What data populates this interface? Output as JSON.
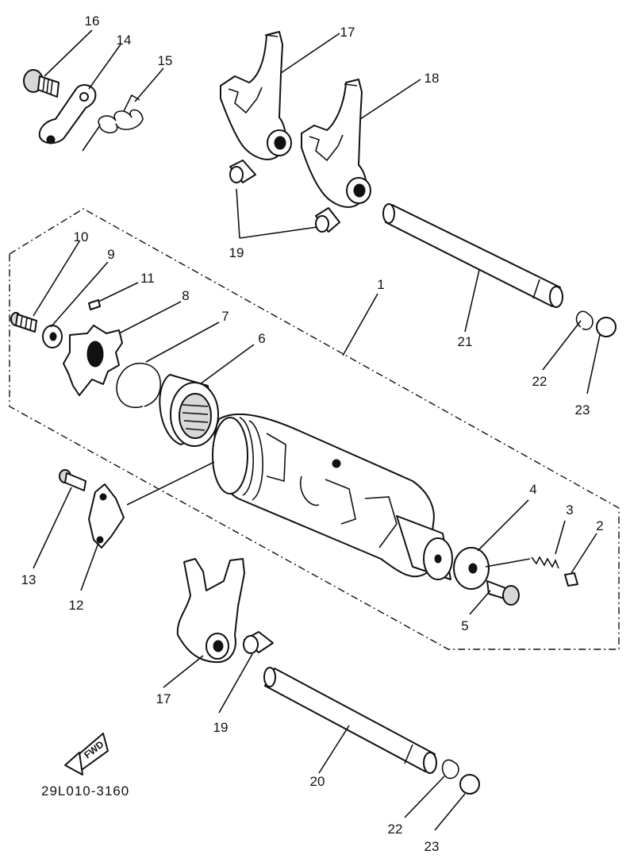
{
  "diagram": {
    "part_code": "29L010-3160",
    "fwd_label": "FWD",
    "callouts": [
      {
        "id": "c1",
        "label": "1"
      },
      {
        "id": "c2",
        "label": "2"
      },
      {
        "id": "c3",
        "label": "3"
      },
      {
        "id": "c4",
        "label": "4"
      },
      {
        "id": "c5",
        "label": "5"
      },
      {
        "id": "c6",
        "label": "6"
      },
      {
        "id": "c7",
        "label": "7"
      },
      {
        "id": "c8",
        "label": "8"
      },
      {
        "id": "c9",
        "label": "9"
      },
      {
        "id": "c10",
        "label": "10"
      },
      {
        "id": "c11",
        "label": "11"
      },
      {
        "id": "c12",
        "label": "12"
      },
      {
        "id": "c13",
        "label": "13"
      },
      {
        "id": "c14",
        "label": "14"
      },
      {
        "id": "c15",
        "label": "15"
      },
      {
        "id": "c16",
        "label": "16"
      },
      {
        "id": "c17a",
        "label": "17"
      },
      {
        "id": "c17b",
        "label": "17"
      },
      {
        "id": "c18",
        "label": "18"
      },
      {
        "id": "c19a",
        "label": "19"
      },
      {
        "id": "c19b",
        "label": "19"
      },
      {
        "id": "c20",
        "label": "20"
      },
      {
        "id": "c21",
        "label": "21"
      },
      {
        "id": "c22a",
        "label": "22"
      },
      {
        "id": "c22b",
        "label": "22"
      },
      {
        "id": "c23a",
        "label": "23"
      },
      {
        "id": "c23b",
        "label": "23"
      }
    ]
  }
}
